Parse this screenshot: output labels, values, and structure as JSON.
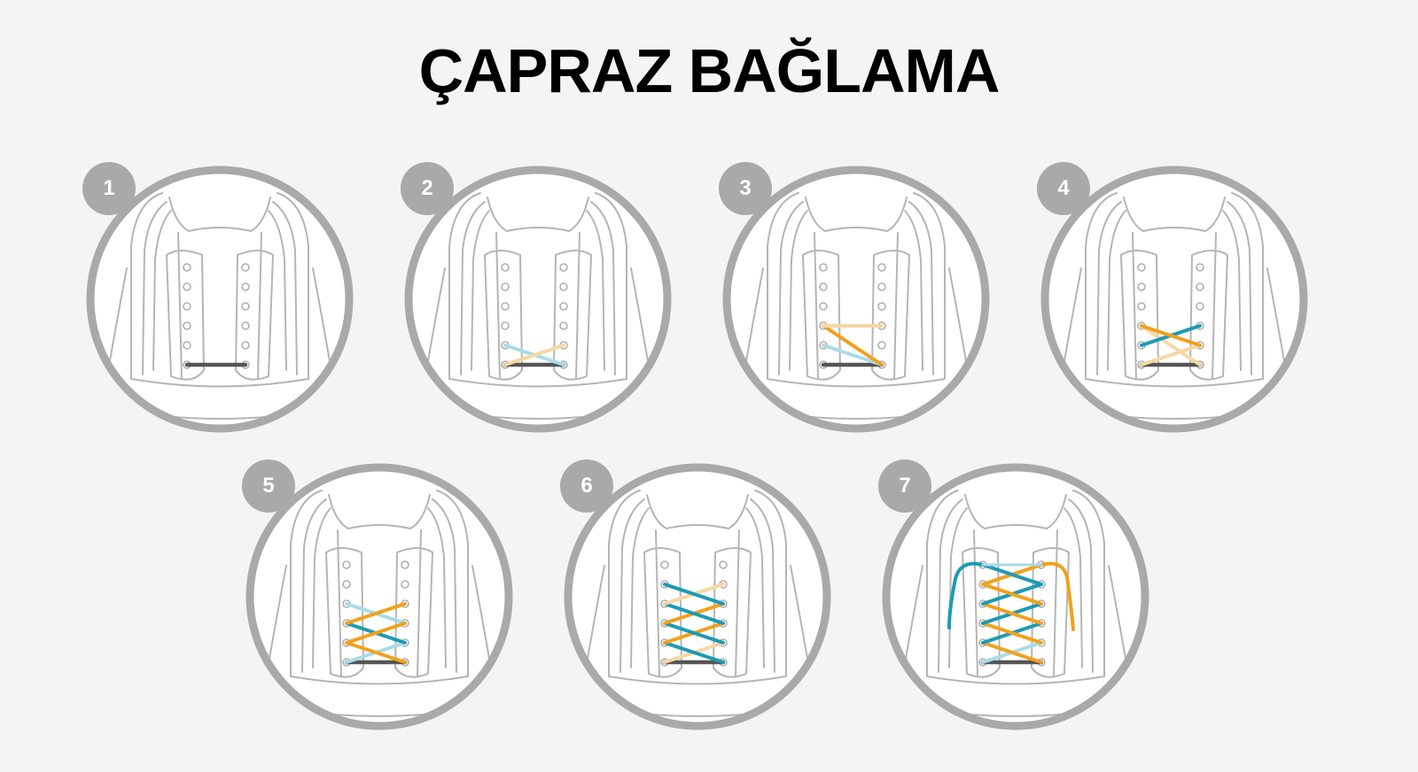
{
  "title": "ÇAPRAZ BAĞLAMA",
  "colors": {
    "background": "#f4f4f4",
    "ring": "#a9a9a9",
    "outline": "#b5b5b5",
    "eyelet": "#b0b0b0",
    "base_lace": "#555555",
    "orange": "#f0a21c",
    "orange_faded": "#f6d7a2",
    "blue": "#1d9ab4",
    "blue_faded": "#a9dbe6"
  },
  "steps": [
    {
      "number": "1",
      "icon": "shoe-lacing-step-1-icon"
    },
    {
      "number": "2",
      "icon": "shoe-lacing-step-2-icon"
    },
    {
      "number": "3",
      "icon": "shoe-lacing-step-3-icon"
    },
    {
      "number": "4",
      "icon": "shoe-lacing-step-4-icon"
    },
    {
      "number": "5",
      "icon": "shoe-lacing-step-5-icon"
    },
    {
      "number": "6",
      "icon": "shoe-lacing-step-6-icon"
    },
    {
      "number": "7",
      "icon": "shoe-lacing-step-7-icon"
    }
  ]
}
